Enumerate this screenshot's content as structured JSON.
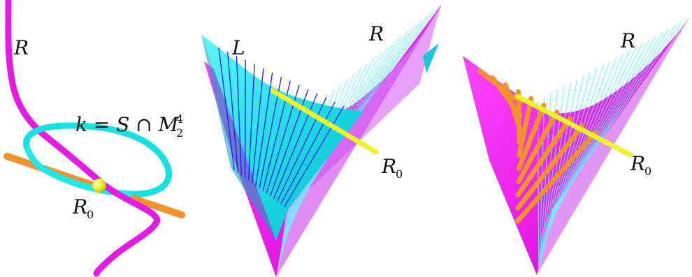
{
  "panels": [
    {
      "labels": {
        "r": "R",
        "k_main": "k = S ∩ M",
        "k_sup": "4",
        "k_sub": "2",
        "r0_main": "R",
        "r0_sub": "0"
      }
    },
    {
      "labels": {
        "l": "L",
        "r": "R",
        "r0_main": "R",
        "r0_sub": "0"
      }
    },
    {
      "labels": {
        "r": "R",
        "r0_main": "R",
        "r0_sub": "0"
      }
    }
  ],
  "colors": {
    "magenta": "#f01cf0",
    "magenta_dark": "#c800c8",
    "cyan": "#19e6e6",
    "cyan_line": "#55f0ff",
    "blue_line": "#1a1aff",
    "orange": "#f2922e",
    "yellow": "#eef22a"
  }
}
